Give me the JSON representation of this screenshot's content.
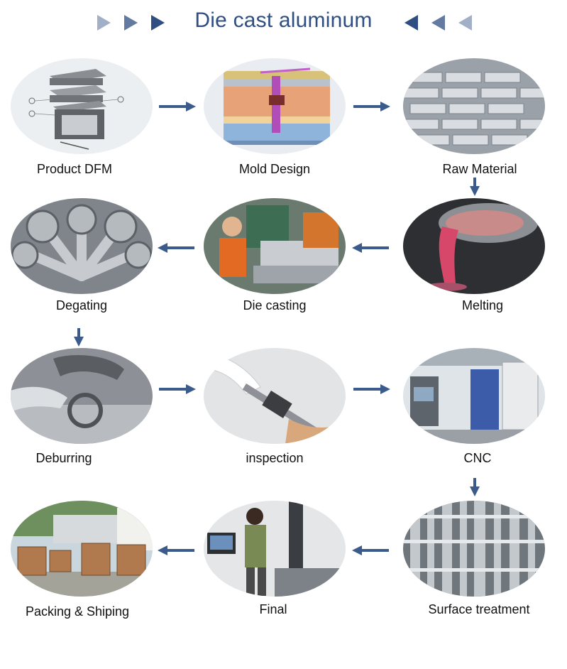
{
  "title": "Die cast aluminum",
  "steps": [
    {
      "label": "Product DFM",
      "icon": "cad-drawing-icon"
    },
    {
      "label": "Mold Design",
      "icon": "mold-design-icon"
    },
    {
      "label": "Raw Material",
      "icon": "aluminum-ingots-icon"
    },
    {
      "label": "Melting",
      "icon": "molten-metal-icon"
    },
    {
      "label": "Die casting",
      "icon": "die-casting-machine-icon"
    },
    {
      "label": "Degating",
      "icon": "cast-parts-icon"
    },
    {
      "label": "Deburring",
      "icon": "deburring-icon"
    },
    {
      "label": "inspection",
      "icon": "caliper-icon"
    },
    {
      "label": "CNC",
      "icon": "cnc-machine-icon"
    },
    {
      "label": "Surface treatment",
      "icon": "surface-treatment-icon"
    },
    {
      "label": "Final",
      "icon": "final-inspection-icon"
    },
    {
      "label": "Packing & Shiping",
      "icon": "packing-shipping-icon"
    }
  ],
  "colors": {
    "accent": "#2f4f82",
    "arrow": "#3b5b8c",
    "text": "#111111"
  }
}
